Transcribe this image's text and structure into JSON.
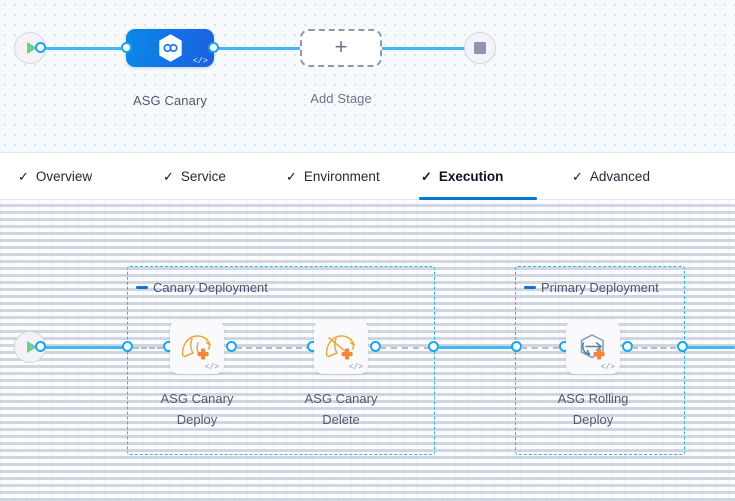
{
  "stage_canvas": {
    "start_node": {
      "icon": "play-icon",
      "title": "Start"
    },
    "end_node": {
      "icon": "stop-square-icon",
      "title": "End"
    },
    "stages": [
      {
        "label": "ASG Canary",
        "icon": "harness-hexagon-infinity-icon",
        "code_badge": "</>",
        "selected": true
      }
    ],
    "add_stage": {
      "label": "Add Stage",
      "icon": "plus-icon"
    }
  },
  "tabs": [
    {
      "label": "Overview",
      "check": "✓",
      "active": false
    },
    {
      "label": "Service",
      "check": "✓",
      "active": false
    },
    {
      "label": "Environment",
      "check": "✓",
      "active": false
    },
    {
      "label": "Execution",
      "check": "✓",
      "active": true
    },
    {
      "label": "Advanced",
      "check": "✓",
      "active": false
    }
  ],
  "execution_canvas": {
    "start_node": {
      "icon": "play-icon"
    },
    "groups": [
      {
        "label": "Canary Deployment",
        "collapse_icon": "collapse-dash-icon",
        "steps": [
          {
            "label": "ASG Canary\nDeploy",
            "label_line1": "ASG Canary",
            "label_line2": "Deploy",
            "icon": "asg-canary-deploy-icon",
            "code_badge": "</>"
          },
          {
            "label": "ASG Canary\nDelete",
            "label_line1": "ASG Canary",
            "label_line2": "Delete",
            "icon": "asg-canary-delete-icon",
            "code_badge": "</>"
          }
        ]
      },
      {
        "label": "Primary Deployment",
        "collapse_icon": "collapse-dash-icon",
        "steps": [
          {
            "label": "ASG Rolling\nDeploy",
            "label_line1": "ASG Rolling",
            "label_line2": "Deploy",
            "icon": "asg-rolling-deploy-icon",
            "code_badge": "</>"
          }
        ]
      }
    ]
  },
  "colors": {
    "accent_blue": "#0278d5",
    "connector_blue": "#42b6f0",
    "group_border_blue": "#31b4f2",
    "stage_gradient_from": "#0b8ae6",
    "stage_gradient_to": "#1d60e0",
    "aws_orange": "#f68536",
    "asg_yellow": "#eca73a",
    "play_green": "#6fce8f",
    "stop_gray": "#9095ab",
    "label_text": "#4f5b74"
  }
}
